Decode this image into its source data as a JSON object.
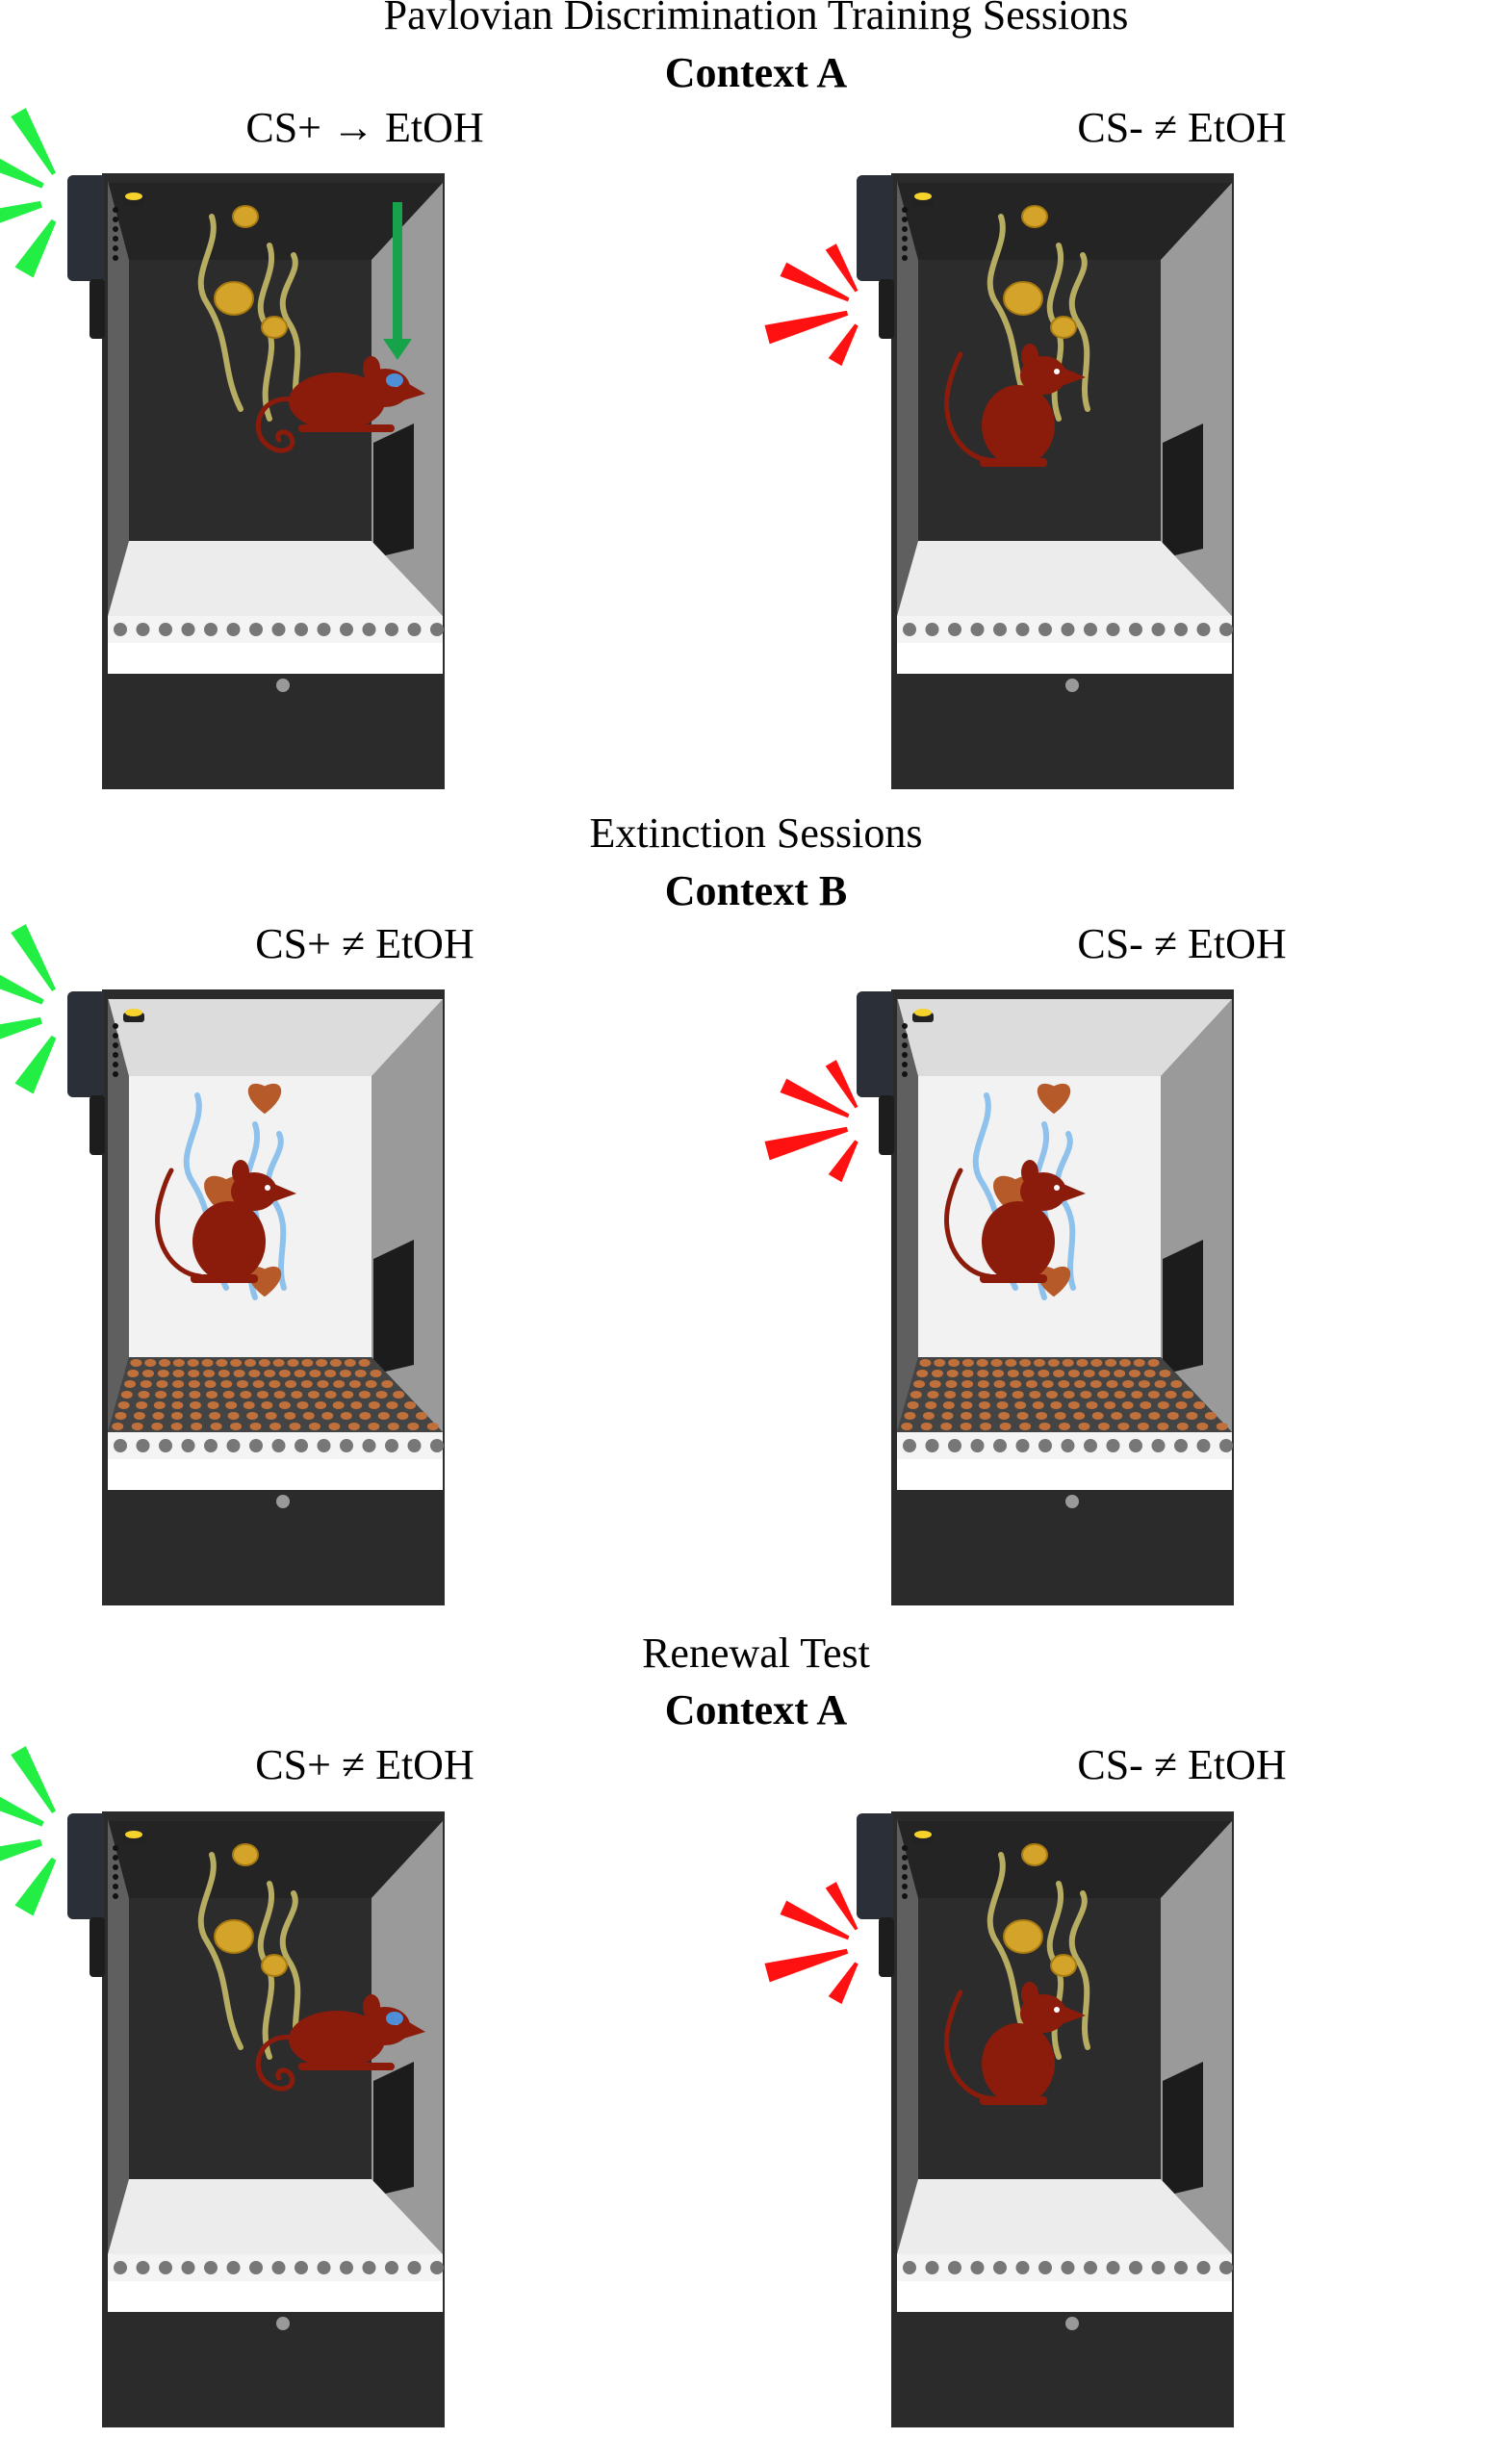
{
  "sections": [
    {
      "title": "Pavlovian Discrimination Training Sessions",
      "context": "Context A",
      "left_label": "CS+ → EtOH",
      "right_label": "CS- ≠ EtOH"
    },
    {
      "title": "Extinction Sessions",
      "context": "Context B",
      "left_label": "CS+ ≠ EtOH",
      "right_label": "CS- ≠ EtOH"
    },
    {
      "title": "Renewal Test",
      "context": "Context A",
      "left_label": "CS+ ≠ EtOH",
      "right_label": "CS- ≠ EtOH"
    }
  ],
  "colors": {
    "cs_plus": "#22ee44",
    "cs_minus": "#ff1111",
    "rat": "#8b1c0c",
    "etoh_drop": "#4f8fd8",
    "arrow": "#16a34a",
    "scent_context_a": "#b6ad62",
    "scent_context_b": "#8ec2ec"
  },
  "icons": [
    "cue-light-icon",
    "speaker-icon",
    "rat-icon",
    "liquid-drop-icon",
    "arrow-down-icon",
    "odor-icon",
    "grid-floor-icon"
  ]
}
